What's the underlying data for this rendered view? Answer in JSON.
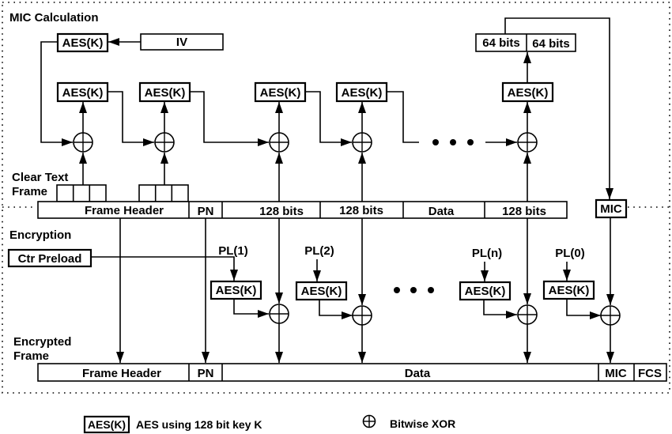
{
  "sections": {
    "mic_calculation": "MIC Calculation",
    "encryption": "Encryption"
  },
  "labels": {
    "clear_text_frame": [
      "Clear Text",
      "Frame"
    ],
    "encrypted_frame": [
      "Encrypted",
      "Frame"
    ]
  },
  "mic_calc": {
    "iv": "IV",
    "aes": "AES(K)",
    "output_halves": [
      "64 bits",
      "64 bits"
    ],
    "ellipsis": "• • •"
  },
  "clear_frame": {
    "fields": [
      "Frame Header",
      "PN",
      "128 bits",
      "128 bits",
      "Data",
      "128 bits"
    ],
    "mic": "MIC"
  },
  "encryption": {
    "ctr_preload": "Ctr Preload",
    "preloads": [
      "PL(1)",
      "PL(2)",
      "PL(n)",
      "PL(0)"
    ],
    "aes": "AES(K)"
  },
  "encrypted_frame": {
    "fields": [
      "Frame Header",
      "PN",
      "Data",
      "MIC",
      "FCS"
    ]
  },
  "legend": {
    "aes_symbol": "AES(K)",
    "aes_desc": "AES using 128 bit key K",
    "xor_desc": "Bitwise XOR"
  }
}
